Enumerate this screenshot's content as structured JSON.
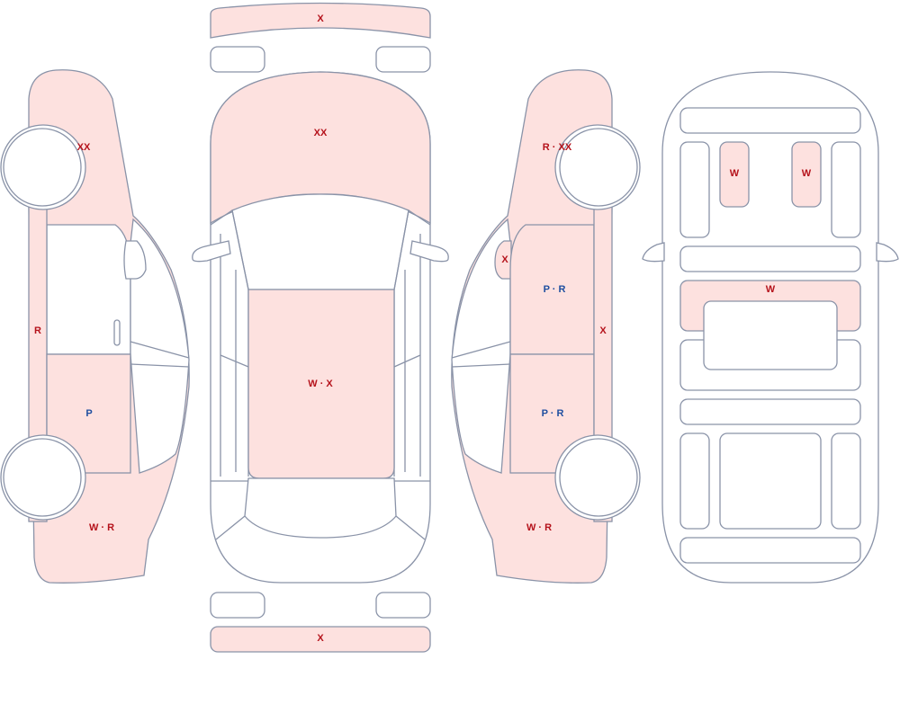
{
  "colors": {
    "damaged_fill": "#fde1df",
    "outline": "#8a93a8",
    "label_red": "#b5121b",
    "label_blue": "#1f4fa0"
  },
  "views": {
    "left_side": {
      "front_fender": "XX",
      "rocker": "R",
      "rear_door": "P",
      "rear_quarter": "W · R"
    },
    "top": {
      "front_bumper": "X",
      "hood": "XX",
      "roof": "W · X",
      "rear_bumper": "X"
    },
    "right_side": {
      "front_fender": "R · XX",
      "mirror": "X",
      "front_door": "P · R",
      "rocker": "X",
      "rear_door": "P · R",
      "rear_quarter": "W · R"
    },
    "interior": {
      "front_left_seat": "W",
      "front_right_seat": "W",
      "rear_bench": "W"
    }
  }
}
